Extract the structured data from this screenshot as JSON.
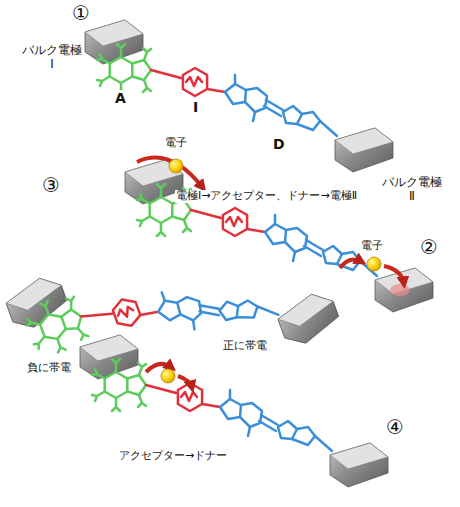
{
  "diagram": {
    "labels": [
      "①",
      "バルク電極 Ⅰ",
      "A",
      "I",
      "D",
      "電子",
      "電極Ⅰ→アクセプター、ドナー→電極Ⅱ",
      "電子",
      "バルク電極 Ⅱ",
      "③",
      "②",
      "負に帯電",
      "正に帯電",
      "アクセプター→ドナー",
      "④"
    ]
  }
}
